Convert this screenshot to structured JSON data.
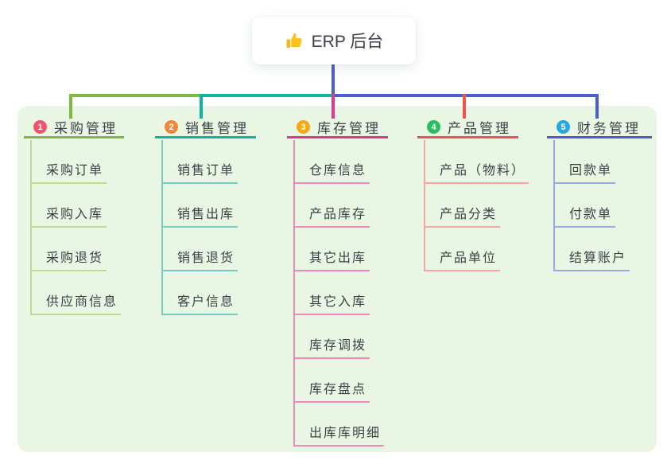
{
  "root": {
    "label": "ERP 后台",
    "icon": "thumbs-up-icon"
  },
  "canvas_bg": "#e9f6e3",
  "connector_root_color": "#4a5ecf",
  "branches": [
    {
      "num": "1",
      "label": "采购管理",
      "badge_color": "#f4516c",
      "line_color": "#7db944",
      "child_line_color": "#b7dc92",
      "children": [
        "采购订单",
        "采购入库",
        "采购退货",
        "供应商信息"
      ]
    },
    {
      "num": "2",
      "label": "销售管理",
      "badge_color": "#f58634",
      "line_color": "#10b3a3",
      "child_line_color": "#72cfc3",
      "children": [
        "销售订单",
        "销售出库",
        "销售退货",
        "客户信息"
      ]
    },
    {
      "num": "3",
      "label": "库存管理",
      "badge_color": "#f7a817",
      "line_color": "#e2368f",
      "child_line_color": "#f089bb",
      "children": [
        "仓库信息",
        "产品库存",
        "其它出库",
        "其它入库",
        "库存调拨",
        "库存盘点",
        "出库库明细"
      ]
    },
    {
      "num": "4",
      "label": "产品管理",
      "badge_color": "#29bf5e",
      "line_color": "#f15352",
      "child_line_color": "#f6a3a2",
      "children": [
        "产品（物料）",
        "产品分类",
        "产品单位"
      ]
    },
    {
      "num": "5",
      "label": "财务管理",
      "badge_color": "#2ba7dd",
      "line_color": "#4a5ecf",
      "child_line_color": "#98a9e8",
      "children": [
        "回款单",
        "付款单",
        "结算账户"
      ]
    }
  ]
}
